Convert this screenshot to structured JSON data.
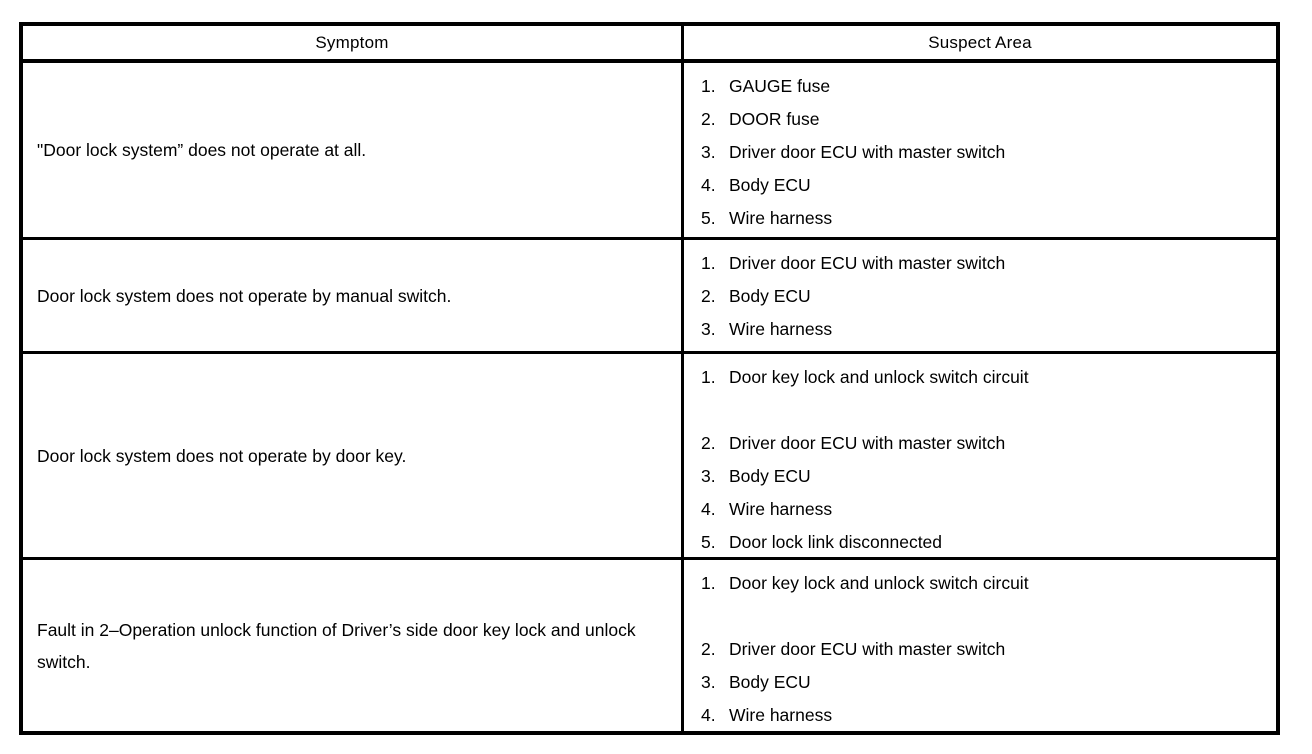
{
  "header": {
    "symptom": "Symptom",
    "suspect_area": "Suspect Area"
  },
  "rows": [
    {
      "symptom": "\"Door lock system” does not operate at all.",
      "suspects": [
        {
          "num": "1.",
          "text": "GAUGE fuse"
        },
        {
          "num": "2.",
          "text": "DOOR fuse"
        },
        {
          "num": "3.",
          "text": "Driver door ECU with master switch"
        },
        {
          "num": "4.",
          "text": "Body ECU"
        },
        {
          "num": "5.",
          "text": "Wire harness"
        }
      ]
    },
    {
      "symptom": "Door lock system does not operate by manual switch.",
      "suspects": [
        {
          "num": "1.",
          "text": "Driver door ECU with master switch"
        },
        {
          "num": "2.",
          "text": "Body ECU"
        },
        {
          "num": "3.",
          "text": "Wire harness"
        }
      ]
    },
    {
      "symptom": "Door lock system does not operate by door key.",
      "suspects": [
        {
          "num": "1.",
          "text": "Door key lock and unlock switch circuit"
        },
        {
          "num": "2.",
          "text": "Driver door ECU with master switch"
        },
        {
          "num": "3.",
          "text": "Body ECU"
        },
        {
          "num": "4.",
          "text": "Wire harness"
        },
        {
          "num": "5.",
          "text": "Door lock link disconnected"
        }
      ]
    },
    {
      "symptom": "Fault in 2–Operation unlock function of Driver’s side door key lock and unlock switch.",
      "suspects": [
        {
          "num": "1.",
          "text": "Door key lock and unlock switch circuit"
        },
        {
          "num": "2.",
          "text": "Driver door ECU with master switch"
        },
        {
          "num": "3.",
          "text": "Body ECU"
        },
        {
          "num": "4.",
          "text": "Wire harness"
        }
      ]
    }
  ],
  "colors": {
    "border": "#000000",
    "text": "#000000",
    "background": "#ffffff"
  }
}
